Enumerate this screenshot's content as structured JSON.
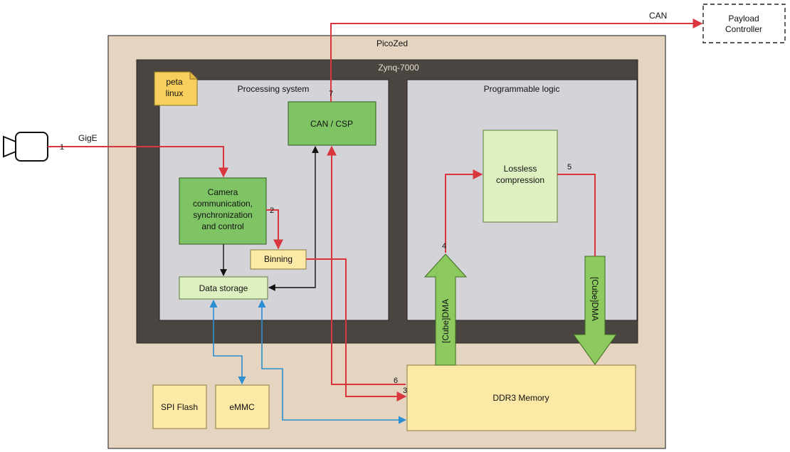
{
  "labels": {
    "picozed": "PicoZed",
    "zynq": "Zynq-7000",
    "processing_system": "Processing system",
    "programmable_logic": "Programmable logic",
    "petalinux_line1": "peta",
    "petalinux_line2": "linux",
    "gige": "GigE",
    "can": "CAN"
  },
  "blocks": {
    "payload_line1": "Payload",
    "payload_line2": "Controller",
    "can_csp": "CAN / CSP",
    "camera_line1": "Camera",
    "camera_line2": "communication,",
    "camera_line3": "synchronization",
    "camera_line4": "and control",
    "binning": "Binning",
    "data_storage": "Data storage",
    "lossless_line1": "Lossless",
    "lossless_line2": "compression",
    "cubedma_up": "[Cube]DMA",
    "cubedma_down": "[Cube]DMA",
    "ddr3": "DDR3 Memory",
    "spi_flash": "SPI Flash",
    "emmc": "eMMC"
  },
  "steps": {
    "s1": "1",
    "s2": "2",
    "s3": "3",
    "s4": "4",
    "s5": "5",
    "s6": "6",
    "s7": "7"
  },
  "colors": {
    "picozed_fill": "#e5d5c0",
    "zynq_fill": "#4a4540",
    "subsystem_fill": "#d4d4d8",
    "green_dark": "#7fc464",
    "green_light": "#dff0c0",
    "yellow": "#fde9a6",
    "arrow_green": "#8cc95e",
    "red_line": "#d9363e",
    "blue_line": "#2b8fd1"
  }
}
